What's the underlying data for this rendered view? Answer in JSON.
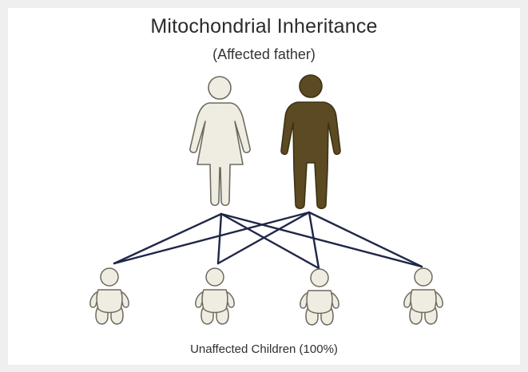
{
  "title": "Mitochondrial Inheritance",
  "subtitle": "(Affected father)",
  "caption": "Unaffected Children (100%)",
  "colors": {
    "line": "#1f2748",
    "unaffected_fill": "#efece2",
    "affected_fill": "#5c4a22",
    "outline": "#6e6a5f"
  },
  "parents": [
    {
      "role": "mother",
      "status": "unaffected",
      "icon": "female-figure-icon"
    },
    {
      "role": "father",
      "status": "affected",
      "icon": "male-figure-icon"
    }
  ],
  "children": [
    {
      "status": "unaffected",
      "icon": "baby-icon"
    },
    {
      "status": "unaffected",
      "icon": "baby-icon"
    },
    {
      "status": "unaffected",
      "icon": "baby-icon"
    },
    {
      "status": "unaffected",
      "icon": "baby-icon"
    }
  ]
}
